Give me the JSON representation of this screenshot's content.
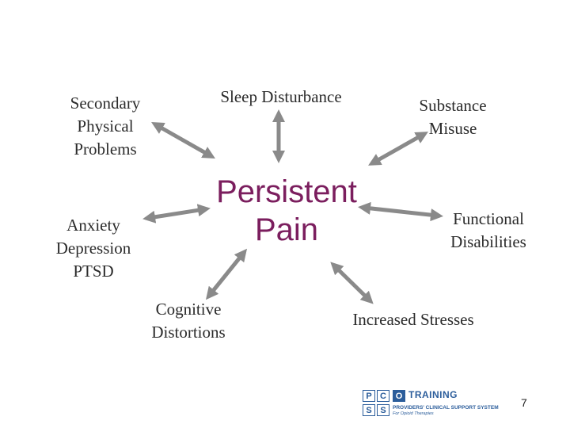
{
  "center": {
    "line1": "Persistent",
    "line2": "Pain"
  },
  "nodes": {
    "secondary": [
      "Secondary",
      "Physical",
      "Problems"
    ],
    "sleep": [
      "Sleep Disturbance"
    ],
    "substance": [
      "Substance",
      "Misuse"
    ],
    "anxiety": [
      "Anxiety",
      "Depression",
      "PTSD"
    ],
    "functional": [
      "Functional",
      "Disabilities"
    ],
    "cognitive": [
      "Cognitive",
      "Distortions"
    ],
    "stresses": [
      "Increased Stresses"
    ]
  },
  "logo": {
    "letters": [
      "P",
      "C",
      "O",
      "S",
      "S"
    ],
    "title": "TRAINING",
    "subtitle": "PROVIDERS' CLINICAL SUPPORT SYSTEM",
    "tagline": "For Opioid Therapies"
  },
  "page_number": "7",
  "colors": {
    "center": "#7b1e5e",
    "arrow": "#8a8a8a",
    "logo": "#2b5d9b"
  }
}
